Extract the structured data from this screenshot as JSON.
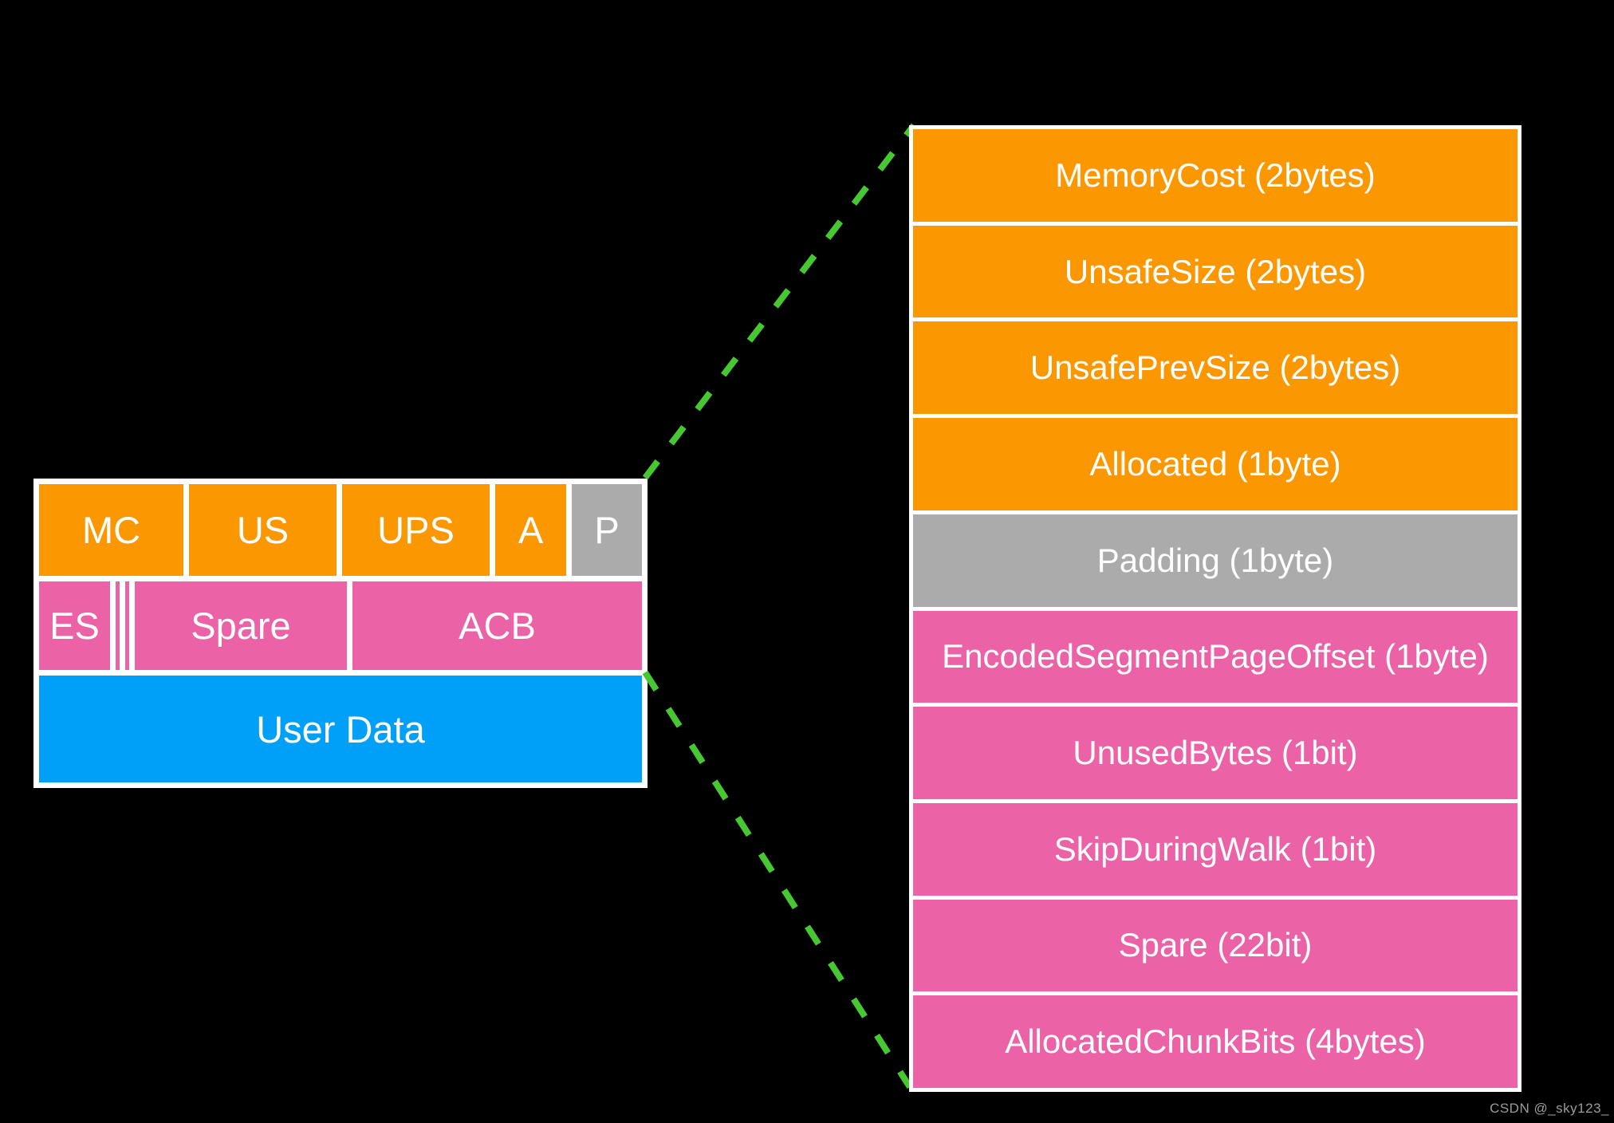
{
  "colors": {
    "background": "#000000",
    "panel_border": "#FFFFFF",
    "orange": "#FB9700",
    "pink": "#EC62A7",
    "blue": "#00A0F8",
    "gray": "#ABABAB",
    "green": "#47C732",
    "text": "#FFFFFF",
    "watermark": "#9B9B9B"
  },
  "chunk_diagram": {
    "header_row": {
      "mc": "MC",
      "us": "US",
      "ups": "UPS",
      "a": "A",
      "p": "P"
    },
    "flags_row": {
      "es": "ES",
      "spare": "Spare",
      "acb": "ACB"
    },
    "data_row": {
      "user_data": "User Data"
    }
  },
  "fields_table": {
    "rows": [
      {
        "label": "MemoryCost (2bytes)",
        "color": "orange"
      },
      {
        "label": "UnsafeSize (2bytes)",
        "color": "orange"
      },
      {
        "label": "UnsafePrevSize (2bytes)",
        "color": "orange"
      },
      {
        "label": "Allocated (1byte)",
        "color": "orange"
      },
      {
        "label": "Padding (1byte)",
        "color": "gray"
      },
      {
        "label": "EncodedSegmentPageOffset (1byte)",
        "color": "pink"
      },
      {
        "label": "UnusedBytes (1bit)",
        "color": "pink"
      },
      {
        "label": "SkipDuringWalk (1bit)",
        "color": "pink"
      },
      {
        "label": "Spare (22bit)",
        "color": "pink"
      },
      {
        "label": "AllocatedChunkBits (4bytes)",
        "color": "pink"
      }
    ]
  },
  "watermark": {
    "text": "CSDN @_sky123_"
  }
}
